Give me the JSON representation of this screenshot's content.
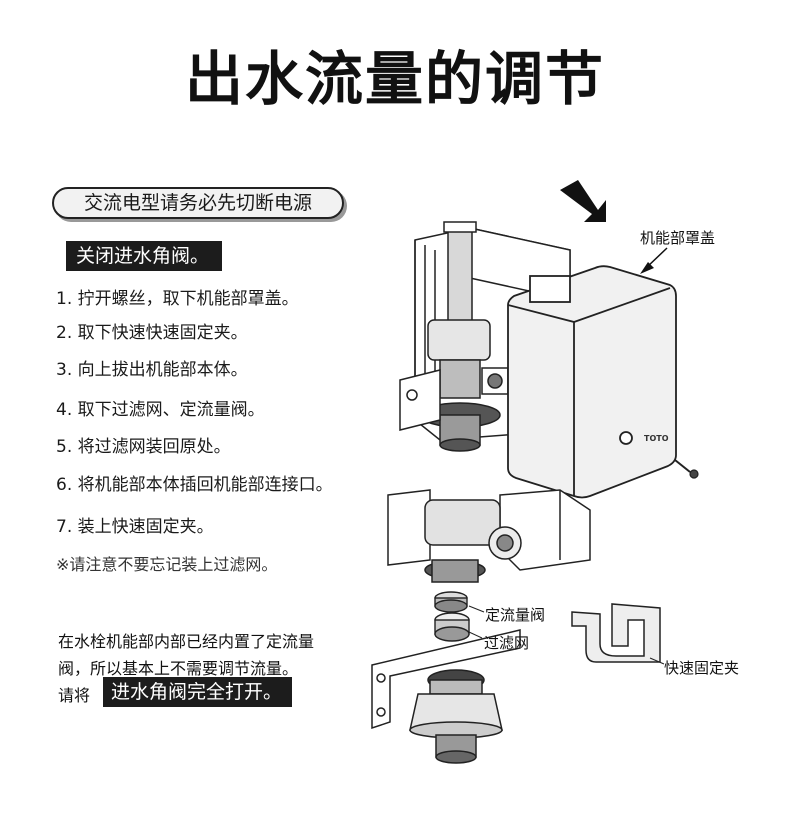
{
  "title": "出水流量的调节",
  "ac_notice": "交流电型请务必先切断电源",
  "step_header": "关闭进水角阀。",
  "steps": [
    "1. 拧开螺丝，取下机能部罩盖。",
    "2. 取下快速快速固定夹。",
    "3. 向上拔出机能部本体。",
    "4. 取下过滤网、定流量阀。",
    "5. 将过滤网装回原处。",
    "6. 将机能部本体插回机能部连接口。",
    "7. 装上快速固定夹。"
  ],
  "note": "※请注意不要忘记装上过滤网。",
  "paragraph": {
    "line1": "在水栓机能部内部已经内置了定流量",
    "line2": "阀，所以基本上不需要调节流量。",
    "line3": "请将",
    "highlight": "进水角阀完全打开。"
  },
  "labels": {
    "cover": "机能部罩盖",
    "flow_valve": "定流量阀",
    "filter": "过滤网",
    "clip": "快速固定夹",
    "brand": "TOTO"
  }
}
